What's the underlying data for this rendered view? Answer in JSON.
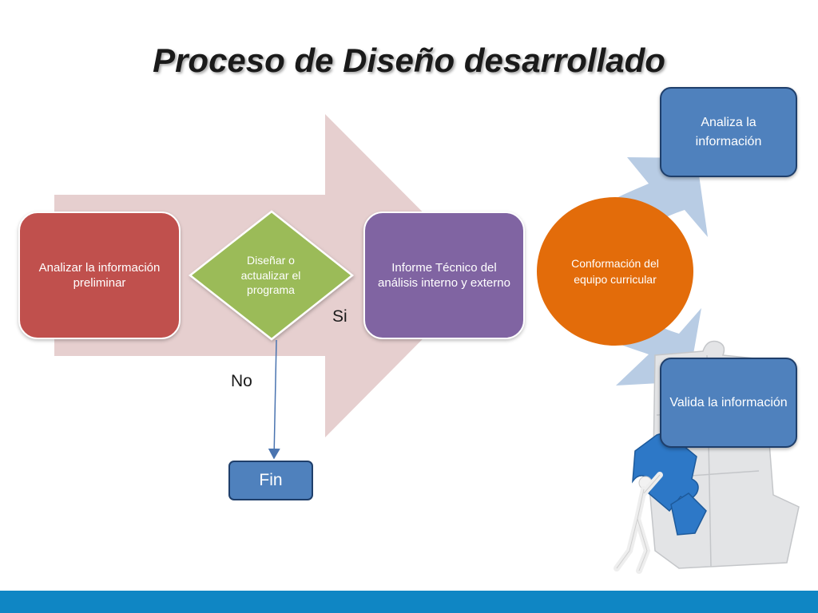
{
  "title": "Proceso de Diseño desarrollado",
  "nodes": {
    "analizar_preliminar": "Analizar la información preliminar",
    "disenar": "Diseñar  o actualizar el programa",
    "informe": "Informe Técnico del análisis interno y externo",
    "conformacion": "Conformación del equipo curricular",
    "analiza": "Analiza la información",
    "valida": "Valida la información",
    "fin": "Fin"
  },
  "labels": {
    "si": "Si",
    "no": "No"
  },
  "colors": {
    "red": "#c0504d",
    "green": "#9bbb59",
    "purple": "#8064a2",
    "orange": "#e36c0a",
    "blue": "#4f81bd",
    "big_arrow": "#e6cfcf",
    "footer": "#0f86c4"
  },
  "illustration": "figure-pushing-puzzle-icon"
}
